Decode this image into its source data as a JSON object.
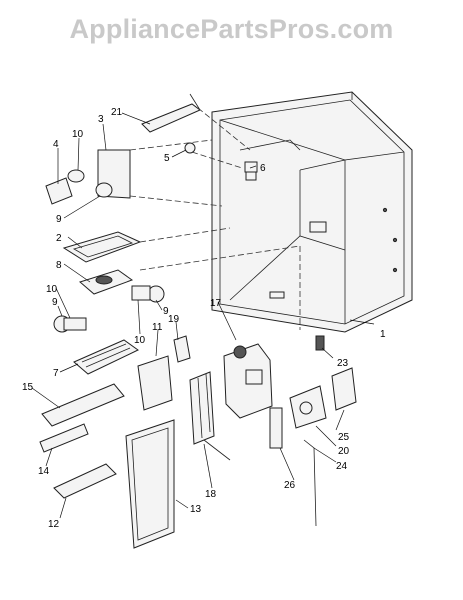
{
  "watermark": "AppliancePartsPros.com",
  "callouts": [
    {
      "id": "c1",
      "text": "1"
    },
    {
      "id": "c2",
      "text": "2"
    },
    {
      "id": "c3",
      "text": "3"
    },
    {
      "id": "c4",
      "text": "4"
    },
    {
      "id": "c5",
      "text": "5"
    },
    {
      "id": "c6",
      "text": "6"
    },
    {
      "id": "c7",
      "text": "7"
    },
    {
      "id": "c8",
      "text": "8"
    },
    {
      "id": "c9a",
      "text": "9"
    },
    {
      "id": "c9b",
      "text": "9"
    },
    {
      "id": "c9c",
      "text": "9"
    },
    {
      "id": "c10a",
      "text": "10"
    },
    {
      "id": "c10b",
      "text": "10"
    },
    {
      "id": "c10c",
      "text": "10"
    },
    {
      "id": "c11",
      "text": "11"
    },
    {
      "id": "c12",
      "text": "12"
    },
    {
      "id": "c13",
      "text": "13"
    },
    {
      "id": "c14",
      "text": "14"
    },
    {
      "id": "c15",
      "text": "15"
    },
    {
      "id": "c17",
      "text": "17"
    },
    {
      "id": "c18",
      "text": "18"
    },
    {
      "id": "c19",
      "text": "19"
    },
    {
      "id": "c20",
      "text": "20"
    },
    {
      "id": "c21",
      "text": "21"
    },
    {
      "id": "c23",
      "text": "23"
    },
    {
      "id": "c24",
      "text": "24"
    },
    {
      "id": "c25",
      "text": "25"
    },
    {
      "id": "c26",
      "text": "26"
    }
  ]
}
